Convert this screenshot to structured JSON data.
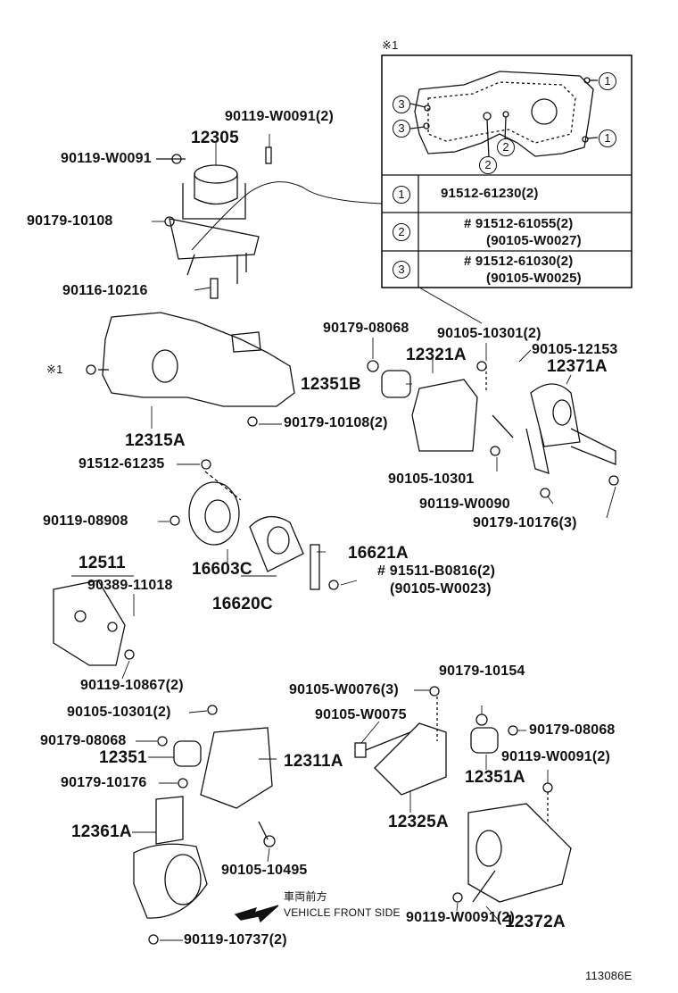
{
  "inset": {
    "ref_mark": "※1",
    "callouts": [
      "1",
      "1",
      "2",
      "2",
      "3",
      "3"
    ],
    "table": [
      {
        "key": "1",
        "line1": "91512-61230(2)",
        "line2": ""
      },
      {
        "key": "2",
        "line1": "# 91512-61055(2)",
        "line2": "(90105-W0027)"
      },
      {
        "key": "3",
        "line1": "# 91512-61030(2)",
        "line2": "(90105-W0025)"
      }
    ]
  },
  "labels": {
    "l01": "90119-W0091(2)",
    "l02": "12305",
    "l03": "90119-W0091",
    "l04": "90179-10108",
    "l05": "90116-10216",
    "l06": "※1",
    "l07": "12315A",
    "l08": "90179-10108(2)",
    "l09": "90179-08068",
    "l10": "90105-10301(2)",
    "l11": "90105-12153",
    "l12": "12321A",
    "l13": "12371A",
    "l14": "12351B",
    "l15": "90105-10301",
    "l16": "90119-W0090",
    "l17": "90179-10176(3)",
    "l18": "91512-61235",
    "l19": "90119-08908",
    "l20": "16621A",
    "l21": "# 91511-B0816(2)",
    "l22": "(90105-W0023)",
    "l23": "16603C",
    "l24": "16620C",
    "l25": "12511",
    "l26": "90389-11018",
    "l27": "90119-10867(2)",
    "l28": "90105-W0076(3)",
    "l29": "90179-10154",
    "l30": "90105-10301(2)",
    "l31": "90105-W0075",
    "l32": "90179-08068",
    "l33": "12351",
    "l34": "12311A",
    "l35": "90119-W0091(2)",
    "l36": "90179-10176",
    "l37": "12351A",
    "l38": "12325A",
    "l39": "12361A",
    "l40": "90105-10495",
    "l41": "90119-10737(2)",
    "l42": "90119-W0091(2)",
    "l43": "12372A"
  },
  "front_note": {
    "jp": "車両前方",
    "en": "VEHICLE FRONT SIDE"
  },
  "figure_id": "113086E"
}
